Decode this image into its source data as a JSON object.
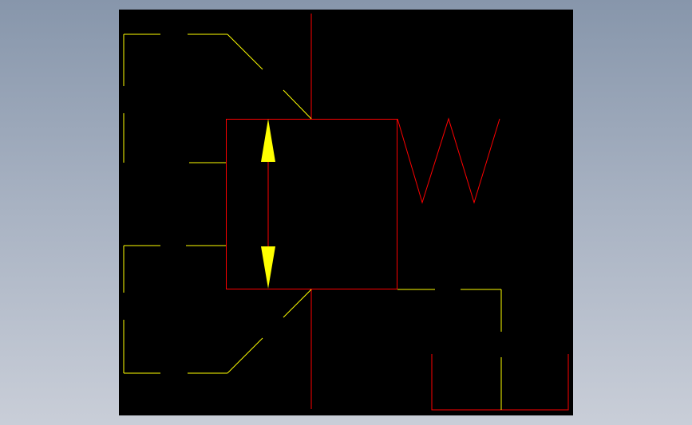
{
  "viewport": {
    "background": "#000000"
  },
  "symbol": {
    "name": "hydraulic-valve-schematic",
    "colors": {
      "body": "#ff0000",
      "pilot_lines": "#ffff00",
      "arrows": "#ffff00"
    },
    "elements": [
      "valve-box",
      "flow-arrow-bidirectional",
      "spring",
      "pilot-line-upper",
      "pilot-line-lower",
      "drain-line",
      "port-line-top",
      "port-line-bottom"
    ]
  }
}
